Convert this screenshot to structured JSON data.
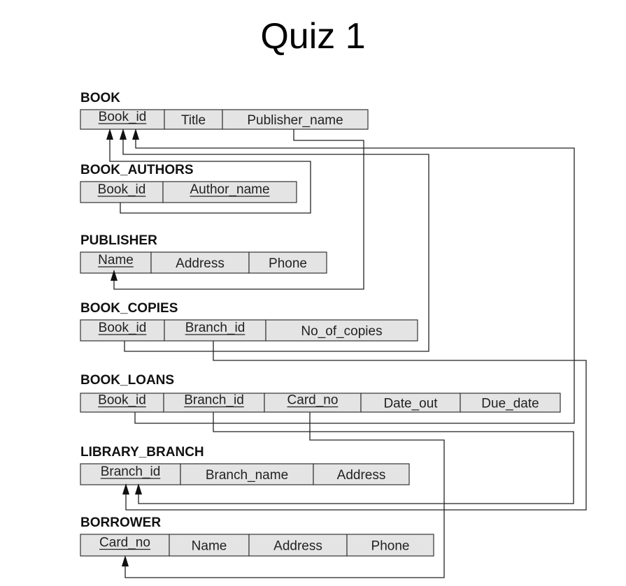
{
  "title": "Quiz 1",
  "tables": [
    {
      "id": "book",
      "name": "BOOK",
      "columns": [
        {
          "label": "Book_id",
          "pk": true
        },
        {
          "label": "Title"
        },
        {
          "label": "Publisher_name"
        }
      ]
    },
    {
      "id": "book_authors",
      "name": "BOOK_AUTHORS",
      "columns": [
        {
          "label": "Book_id",
          "pk": true
        },
        {
          "label": "Author_name",
          "pk": true
        }
      ]
    },
    {
      "id": "publisher",
      "name": "PUBLISHER",
      "columns": [
        {
          "label": "Name",
          "pk": true
        },
        {
          "label": "Address"
        },
        {
          "label": "Phone"
        }
      ]
    },
    {
      "id": "book_copies",
      "name": "BOOK_COPIES",
      "columns": [
        {
          "label": "Book_id",
          "pk": true
        },
        {
          "label": "Branch_id",
          "pk": true
        },
        {
          "label": "No_of_copies"
        }
      ]
    },
    {
      "id": "book_loans",
      "name": "BOOK_LOANS",
      "columns": [
        {
          "label": "Book_id",
          "pk": true
        },
        {
          "label": "Branch_id",
          "pk": true
        },
        {
          "label": "Card_no",
          "pk": true
        },
        {
          "label": "Date_out"
        },
        {
          "label": "Due_date"
        }
      ]
    },
    {
      "id": "library_branch",
      "name": "LIBRARY_BRANCH",
      "columns": [
        {
          "label": "Branch_id",
          "pk": true
        },
        {
          "label": "Branch_name"
        },
        {
          "label": "Address"
        }
      ]
    },
    {
      "id": "borrower",
      "name": "BORROWER",
      "columns": [
        {
          "label": "Card_no",
          "pk": true
        },
        {
          "label": "Name"
        },
        {
          "label": "Address"
        },
        {
          "label": "Phone"
        }
      ]
    }
  ],
  "foreign_keys": [
    {
      "from": "BOOK_AUTHORS.Book_id",
      "to": "BOOK.Book_id"
    },
    {
      "from": "BOOK.Publisher_name",
      "to": "PUBLISHER.Name"
    },
    {
      "from": "BOOK_COPIES.Book_id",
      "to": "BOOK.Book_id"
    },
    {
      "from": "BOOK_COPIES.Branch_id",
      "to": "LIBRARY_BRANCH.Branch_id"
    },
    {
      "from": "BOOK_LOANS.Book_id",
      "to": "BOOK.Book_id"
    },
    {
      "from": "BOOK_LOANS.Branch_id",
      "to": "LIBRARY_BRANCH.Branch_id"
    },
    {
      "from": "BOOK_LOANS.Card_no",
      "to": "BORROWER.Card_no"
    }
  ]
}
